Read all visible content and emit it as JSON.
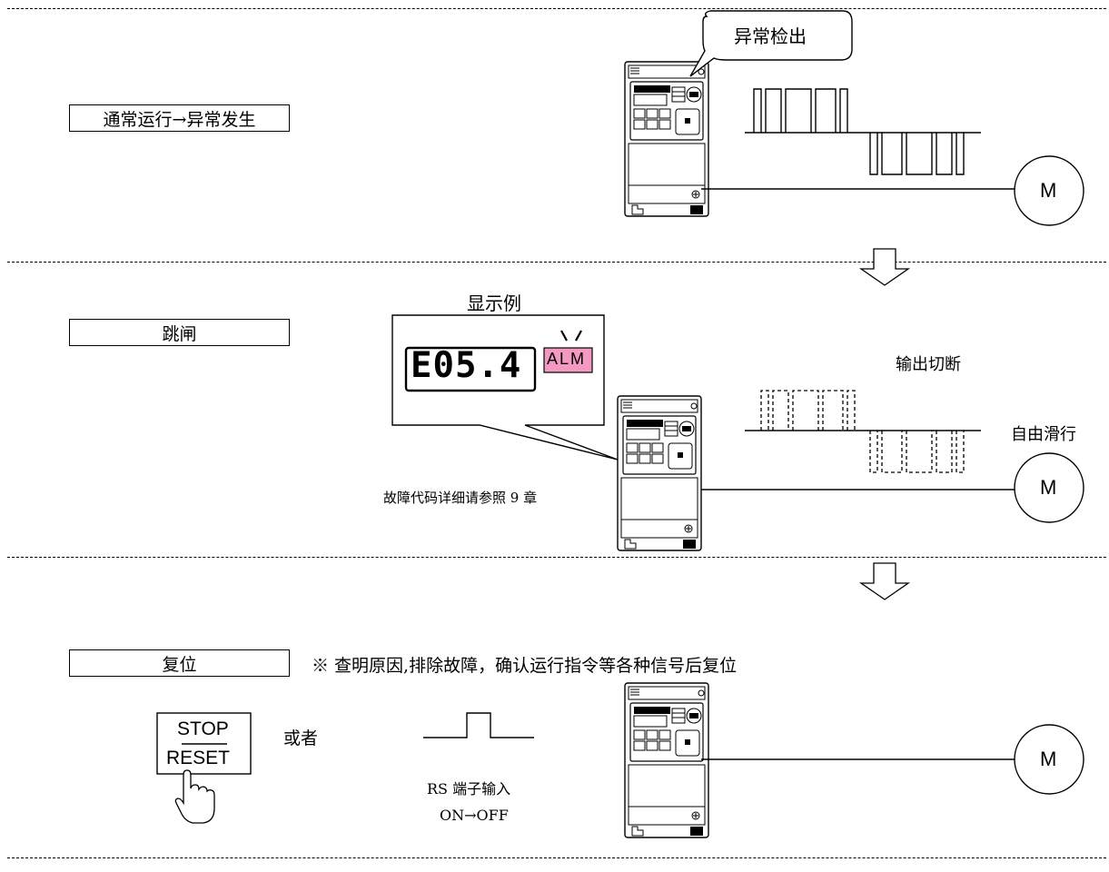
{
  "steps": [
    {
      "label": "通常运行→异常发生"
    },
    {
      "label": "跳闸"
    },
    {
      "label": "复位"
    }
  ],
  "section1": {
    "bubble": "异常检出",
    "motor": "M"
  },
  "section2": {
    "display_title": "显示例",
    "display_code": "E05.4",
    "alm_label": "ALM",
    "fault_ref": "故障代码详细请参照 9 章",
    "output_cutoff": "输出切断",
    "coasting": "自由滑行",
    "motor": "M"
  },
  "section3": {
    "note": "※ 查明原因,排除故障，确认运行指令等各种信号后复位",
    "key_top": "STOP",
    "key_bottom": "RESET",
    "or_text": "或者",
    "terminal_line1": "RS 端子输入",
    "terminal_line2": "ON→OFF",
    "motor": "M"
  },
  "colors": {
    "alm_fill": "#f49ac2",
    "line": "#000000"
  }
}
